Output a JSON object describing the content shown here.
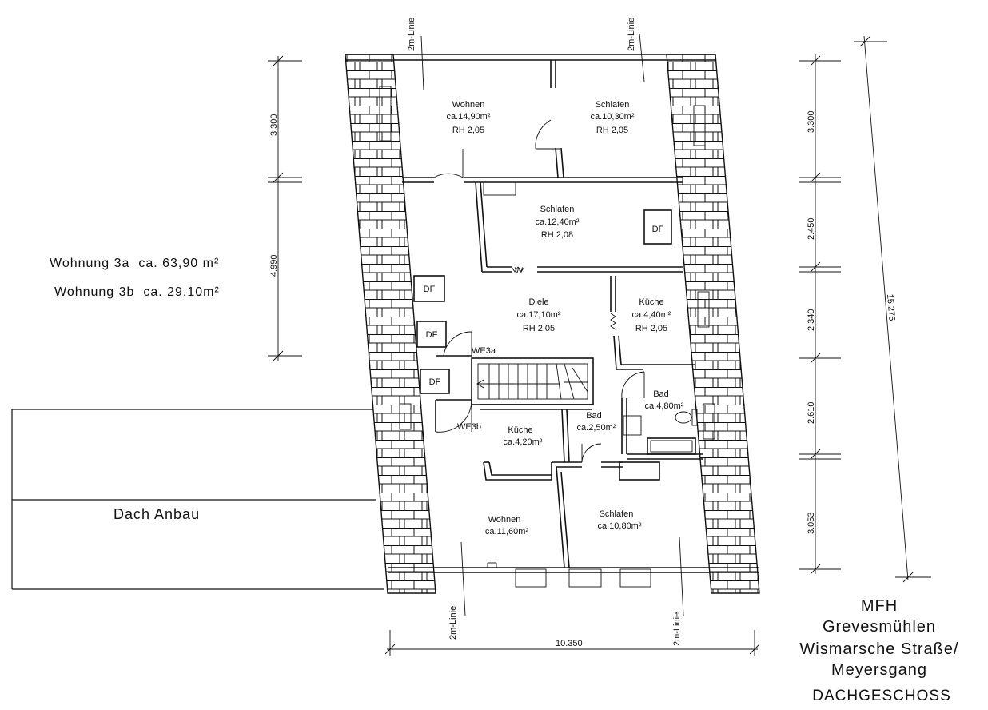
{
  "rooms": {
    "wohnen_top": {
      "name": "Wohnen",
      "area": "ca.14,90m²",
      "height": "RH 2,05"
    },
    "schlafen_top": {
      "name": "Schlafen",
      "area": "ca.10,30m²",
      "height": "RH 2,05"
    },
    "schlafen_mid": {
      "name": "Schlafen",
      "area": "ca.12,40m²",
      "height": "RH 2,08"
    },
    "diele": {
      "name": "Diele",
      "area": "ca.17,10m²",
      "height": "RH 2.05"
    },
    "kueche_right": {
      "name": "Küche",
      "area": "ca.4,40m²",
      "height": "RH 2,05"
    },
    "bad_right": {
      "name": "Bad",
      "area": "ca.4,80m²"
    },
    "bad_mid": {
      "name": "Bad",
      "area": "ca.2,50m²"
    },
    "kueche_bottom": {
      "name": "Küche",
      "area": "ca.4,20m²"
    },
    "wohnen_bottom": {
      "name": "Wohnen",
      "area": "ca.11,60m²"
    },
    "schlafen_bottom": {
      "name": "Schlafen",
      "area": "ca.10,80m²"
    }
  },
  "labels": {
    "df": "DF",
    "w": "W",
    "we3a": "WE3a",
    "we3b": "WE3b",
    "two_m_line": "2m-Linie",
    "dach_anbau": "Dach Anbau"
  },
  "summary": {
    "wohnung_3a": "Wohnung 3a  ca. 63,90 m²",
    "wohnung_3b": "Wohnung 3b  ca. 29,10m²"
  },
  "dimensions": {
    "left": [
      "3.300",
      "4.990"
    ],
    "right": [
      "3.300",
      "2.450",
      "2.340",
      "2.610",
      "3.053"
    ],
    "diagonal": "15.275",
    "bottom": "10.350"
  },
  "title_block": {
    "line1": "MFH",
    "line2": "Grevesmühlen",
    "line3": "Wismarsche Straße/",
    "line4": "Meyersgang",
    "line5": "DACHGESCHOSS"
  }
}
